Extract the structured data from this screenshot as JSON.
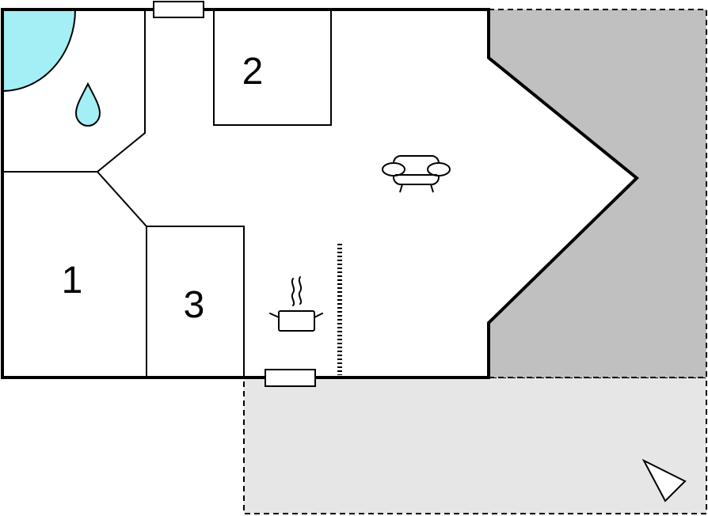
{
  "rooms": [
    {
      "id": "1",
      "label": "1"
    },
    {
      "id": "2",
      "label": "2"
    },
    {
      "id": "3",
      "label": "3"
    }
  ],
  "zones": {
    "terrace_covered": {
      "fill": "#c0c0c0"
    },
    "terrace_open": {
      "fill": "#e6e6e6"
    },
    "shower": {
      "fill": "#a4eef5"
    }
  },
  "icons": {
    "bathroom": "water-drop-icon",
    "living": "sofa-icon",
    "kitchen": "cooking-pot-icon",
    "orientation": "north-arrow-icon"
  },
  "colors": {
    "wall": "#000000",
    "background": "#ffffff",
    "water": "#a4eef5"
  }
}
